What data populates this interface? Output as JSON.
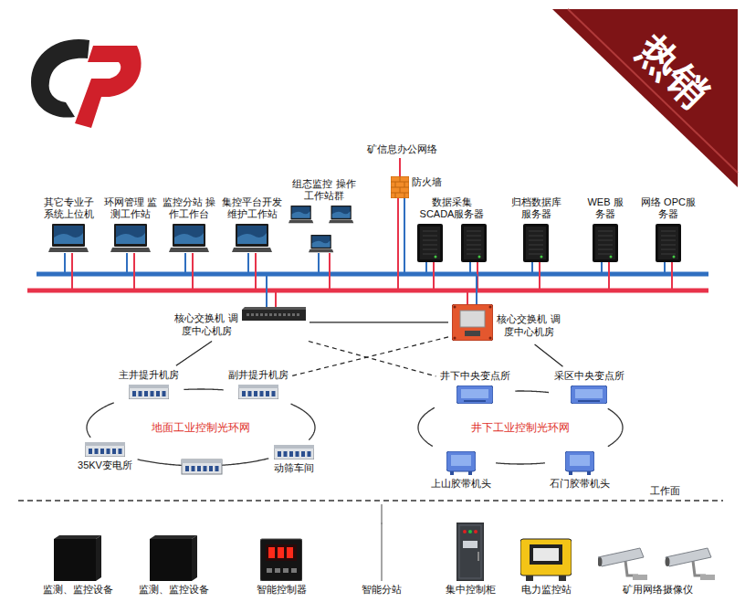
{
  "diagram": {
    "nodes": [
      {
        "text": [
          "其它专业子 系统上位机"
        ]
      },
      {
        "text": [
          "环网管理 监测工作站"
        ]
      },
      {
        "text": [
          "监控分站 操作工作台"
        ]
      },
      {
        "text": [
          "集控平台开发 维护工作站"
        ]
      },
      {
        "text": [
          "组态监控 操作工作站群"
        ]
      },
      {
        "text": [
          "防火墙"
        ]
      },
      {
        "text": [
          "数据采集 SCADA服务器"
        ]
      },
      {
        "text": [
          "归档数据库 服务器"
        ]
      },
      {
        "text": [
          "WEB 服务器"
        ]
      },
      {
        "text": [
          "网络 OPC服务器"
        ]
      },
      {
        "text": [
          "核心交换机 调度中心机房"
        ]
      },
      {
        "text": [
          "核心交换机 调度中心机房"
        ]
      },
      {
        "text": [
          "主井提升机房"
        ]
      },
      {
        "text": [
          "副井提升机房"
        ]
      },
      {
        "text": [
          "35KV变电所"
        ]
      },
      {
        "text": [
          "动筛车间"
        ]
      },
      {
        "text": [
          "井下中央变点所"
        ]
      },
      {
        "text": [
          "采区中央变点所"
        ]
      },
      {
        "text": [
          "上山胶带机头"
        ]
      },
      {
        "text": [
          "石门胶带机头"
        ]
      },
      {
        "text": [
          "监测、监控设备"
        ]
      },
      {
        "text": [
          "监测、监控设备"
        ]
      },
      {
        "text": [
          "智能控制器"
        ]
      },
      {
        "text": [
          "智能分站"
        ]
      },
      {
        "text": [
          "集中控制柜"
        ]
      },
      {
        "text": [
          "电力监控站"
        ]
      },
      {
        "text": [
          "矿用网络摄像仪"
        ]
      }
    ],
    "edges": [
      {
        "from": 10,
        "to": 11,
        "arrow": "none"
      },
      {
        "from": 10,
        "to": 12,
        "arrow": "none"
      },
      {
        "from": 11,
        "to": 17,
        "arrow": "none"
      },
      {
        "from": 10,
        "to": 16,
        "arrow": "none"
      },
      {
        "from": 11,
        "to": 13,
        "arrow": "none"
      },
      {
        "from": 12,
        "to": 13,
        "arrow": "none"
      },
      {
        "from": 13,
        "to": 15,
        "arrow": "none"
      },
      {
        "from": 15,
        "to": 14,
        "arrow": "none"
      },
      {
        "from": 14,
        "to": 12,
        "arrow": "none"
      },
      {
        "from": 16,
        "to": 17,
        "arrow": "none"
      },
      {
        "from": 17,
        "to": 19,
        "arrow": "none"
      },
      {
        "from": 19,
        "to": 18,
        "arrow": "none"
      },
      {
        "from": 18,
        "to": 16,
        "arrow": "none"
      }
    ],
    "labels": [
      "热销",
      "矿信息办公网络",
      "地面工业控制光环网",
      "井下工业控制光环网",
      "工作面"
    ]
  }
}
